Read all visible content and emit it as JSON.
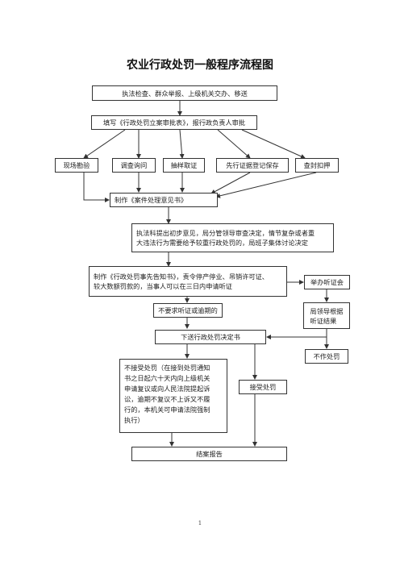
{
  "title": "农业行政处罚一般程序流程图",
  "nodes": {
    "source": "执法检查、群众举报、上级机关交办、移送",
    "approve": "填写《行政处罚立案审批表》，报行政负责人审批",
    "survey": "现场勘验",
    "inquiry": "调查询问",
    "sampling": "抽样取证",
    "preserve": "先行证据登记保存",
    "seal": "查封扣押",
    "opinion": "制作《案件处理意见书》",
    "review": "执法科提出初步意见，局分管领导审查决定，情节复杂或者重\n大违法行为需要给予较重行政处罚的，局班子集体讨论决定",
    "notice": "制作《行政处罚事先告知书》，责令停产停业、吊销许可证、\n较大数额罚款的，当事人可以在三日内申请听证",
    "hearing": "举办听证会",
    "no_hearing": "不要求听证或逾期的",
    "leader": "局领导根据\n听证结果",
    "decision": "下送行政处罚决定书",
    "no_punish": "不作处罚",
    "reject": "不接受处罚（在接到处罚通知\n书之日起六十天内向上级机关\n申请复议或向人民法院提起诉\n讼，逾期不复议不上诉又不履\n行的，本机关可申请法院强制\n执行）",
    "accept": "接受处罚",
    "close": "结案报告"
  },
  "page_number": "1"
}
